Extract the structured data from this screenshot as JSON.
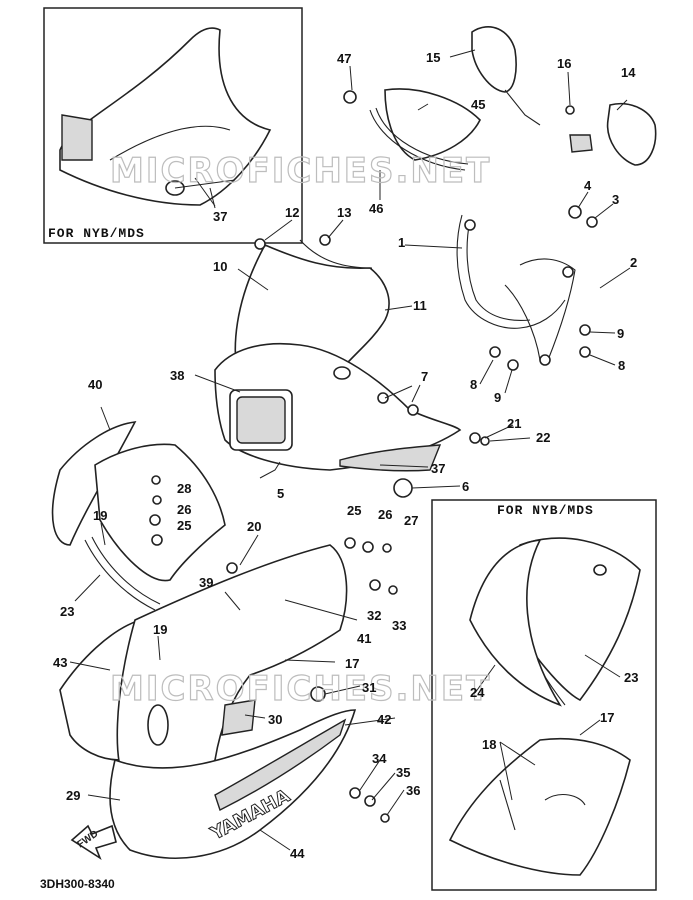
{
  "inset_labels": {
    "top_left": "FOR NYB/MDS",
    "bottom_right": "FOR NYB/MDS"
  },
  "watermarks": [
    "MICROFICHES.NET",
    "MICROFICHES.NET"
  ],
  "document_code": "3DH300-8340",
  "fwd_label": "FWD",
  "brand_text": "YAMAHA",
  "callouts": [
    "1",
    "2",
    "3",
    "4",
    "5",
    "6",
    "7",
    "8",
    "8",
    "9",
    "9",
    "10",
    "11",
    "12",
    "13",
    "14",
    "15",
    "16",
    "17",
    "17",
    "18",
    "19",
    "19",
    "20",
    "21",
    "22",
    "23",
    "23",
    "24",
    "25",
    "25",
    "26",
    "26",
    "27",
    "28",
    "29",
    "30",
    "31",
    "32",
    "33",
    "34",
    "35",
    "36",
    "37",
    "37",
    "38",
    "39",
    "40",
    "41",
    "42",
    "43",
    "44",
    "45",
    "46",
    "47"
  ],
  "colors": {
    "line": "#222222",
    "shade": "#d9d9d9",
    "watermark": "#bdbdbd"
  }
}
